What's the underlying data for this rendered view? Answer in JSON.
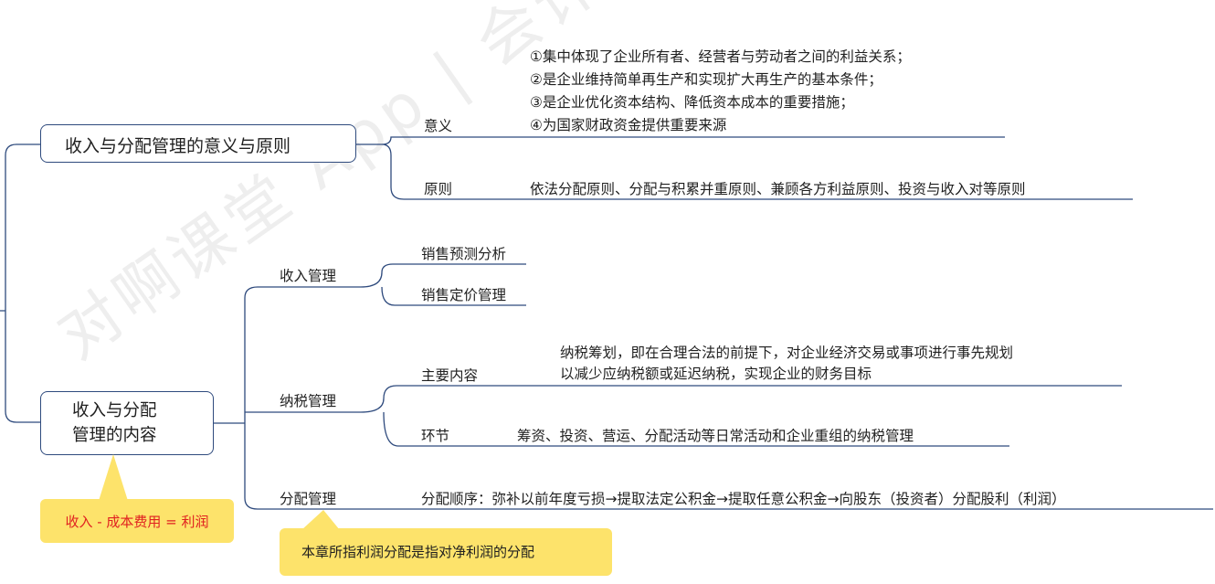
{
  "watermark": "对啊课堂 App | 会计免费题库",
  "topic1": {
    "label": "收入与分配管理的意义与原则"
  },
  "topic2": {
    "line1": "收入与分配",
    "line2": "管理的内容"
  },
  "meaning": {
    "label": "意义",
    "items": [
      "①集中体现了企业所有者、经营者与劳动者之间的利益关系；",
      "②是企业维持简单再生产和实现扩大再生产的基本条件；",
      "③是企业优化资本结构、降低资本成本的重要措施；",
      "④为国家财政资金提供重要来源"
    ]
  },
  "principle": {
    "label": "原则",
    "text": "依法分配原则、分配与积累并重原则、兼顾各方利益原则、投资与收入对等原则"
  },
  "income_mgmt": {
    "label": "收入管理",
    "items": [
      "销售预测分析",
      "销售定价管理"
    ]
  },
  "tax_mgmt": {
    "label": "纳税管理",
    "main": {
      "label": "主要内容",
      "lines": [
        "纳税筹划，即在合理合法的前提下，对企业经济交易或事项进行事先规划",
        "以减少应纳税额或延迟纳税，实现企业的财务目标"
      ]
    },
    "stage": {
      "label": "环节",
      "text": "筹资、投资、营运、分配活动等日常活动和企业重组的纳税管理"
    }
  },
  "dist_mgmt": {
    "label": "分配管理",
    "text": "分配顺序：弥补以前年度亏损→提取法定公积金→提取任意公积金→向股东（投资者）分配股利（利润）"
  },
  "notes": {
    "profit": "收入 - 成本费用 = 利润",
    "net_profit": "本章所指利润分配是指对净利润的分配"
  },
  "colors": {
    "line": "#2e4a7d",
    "note_bg": "#fde36b",
    "note_red": "#e02020"
  }
}
